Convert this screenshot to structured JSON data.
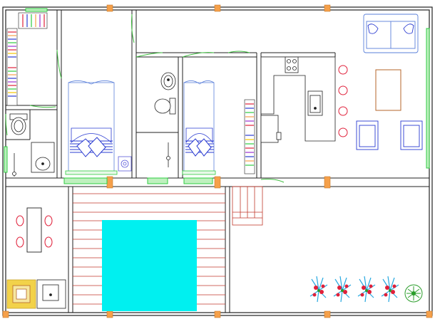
{
  "drawing": {
    "kind": "architectural floor plan",
    "colors": {
      "wall": "#222222",
      "wall_fill": "#ffffff",
      "window_green": "#2ecc40",
      "door_arc_green": "#3fbf3f",
      "column_orange": "#f5a04a",
      "furniture_blue": "#2a3bd1",
      "furniture_outline": "#5a7fd9",
      "chair_red": "#e0203a",
      "table_brown": "#b5652a",
      "pool_cyan": "#00f0f0",
      "deck_red": "#c0392b",
      "bbq_yellow": "#f2d24a",
      "plant_blue": "#26a8e0",
      "plant_red": "#e0203a",
      "plant_green": "#2a9d2a"
    },
    "rooms": [
      {
        "id": "closet-left"
      },
      {
        "id": "bedroom-1"
      },
      {
        "id": "bathroom-1"
      },
      {
        "id": "hall"
      },
      {
        "id": "bathroom-2"
      },
      {
        "id": "bedroom-2"
      },
      {
        "id": "kitchen"
      },
      {
        "id": "living-room"
      },
      {
        "id": "terrace"
      }
    ],
    "furniture": {
      "double_beds": 2,
      "dining_chairs_terrace": 4,
      "bar_stools": 4,
      "armchairs": 2,
      "sofa": 1,
      "potted_plants": 5,
      "pool": 1,
      "stairs": 1,
      "bbq": 1
    }
  }
}
